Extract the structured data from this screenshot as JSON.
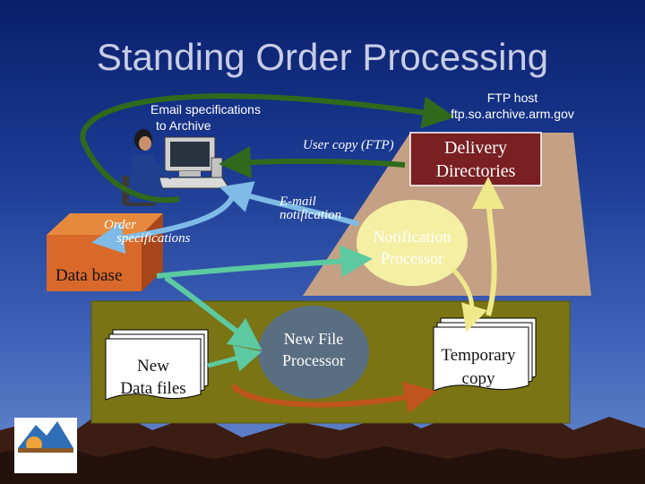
{
  "slide": {
    "title": "Standing Order Processing"
  },
  "labels": {
    "ftp_host_line1": "FTP host",
    "ftp_host_line2": "ftp.so.archive.arm.gov",
    "email_spec_line1": "Email specifications",
    "email_spec_line2": "to Archive",
    "user_copy": "User copy (FTP)",
    "delivery_line1": "Delivery",
    "delivery_line2": "Directories",
    "email_notif_line1": "E-mail",
    "email_notif_line2": "notification",
    "order_spec_line1": "Order",
    "order_spec_line2": "specifications",
    "notif_proc_line1": "Notification",
    "notif_proc_line2": "Processor",
    "database": "Data base",
    "new_file_proc_line1": "New File",
    "new_file_proc_line2": "Processor",
    "new_data_line1": "New",
    "new_data_line2": "Data files",
    "temp_copy_line1": "Temporary",
    "temp_copy_line2": "copy"
  },
  "colors": {
    "background_top": "#0a1f6b",
    "title": "#c8cde6",
    "olive_panel": "#7a7414",
    "tan_parallelogram": "#c4a184",
    "delivery_box": "#7a1f22",
    "notification_ellipse": "#f4efa3",
    "new_file_ellipse": "#5a6e82",
    "database_box": "#d9692a",
    "arrow_green": "#2f6a1c",
    "arrow_light_blue": "#7fbbe6",
    "arrow_teal": "#5cc9a1",
    "arrow_pale_yellow": "#f0e98c",
    "arrow_orange": "#c0541d"
  },
  "icons": {
    "person_at_computer": "user-at-workstation-icon",
    "logo": "arm-climate-research-facility-logo"
  }
}
